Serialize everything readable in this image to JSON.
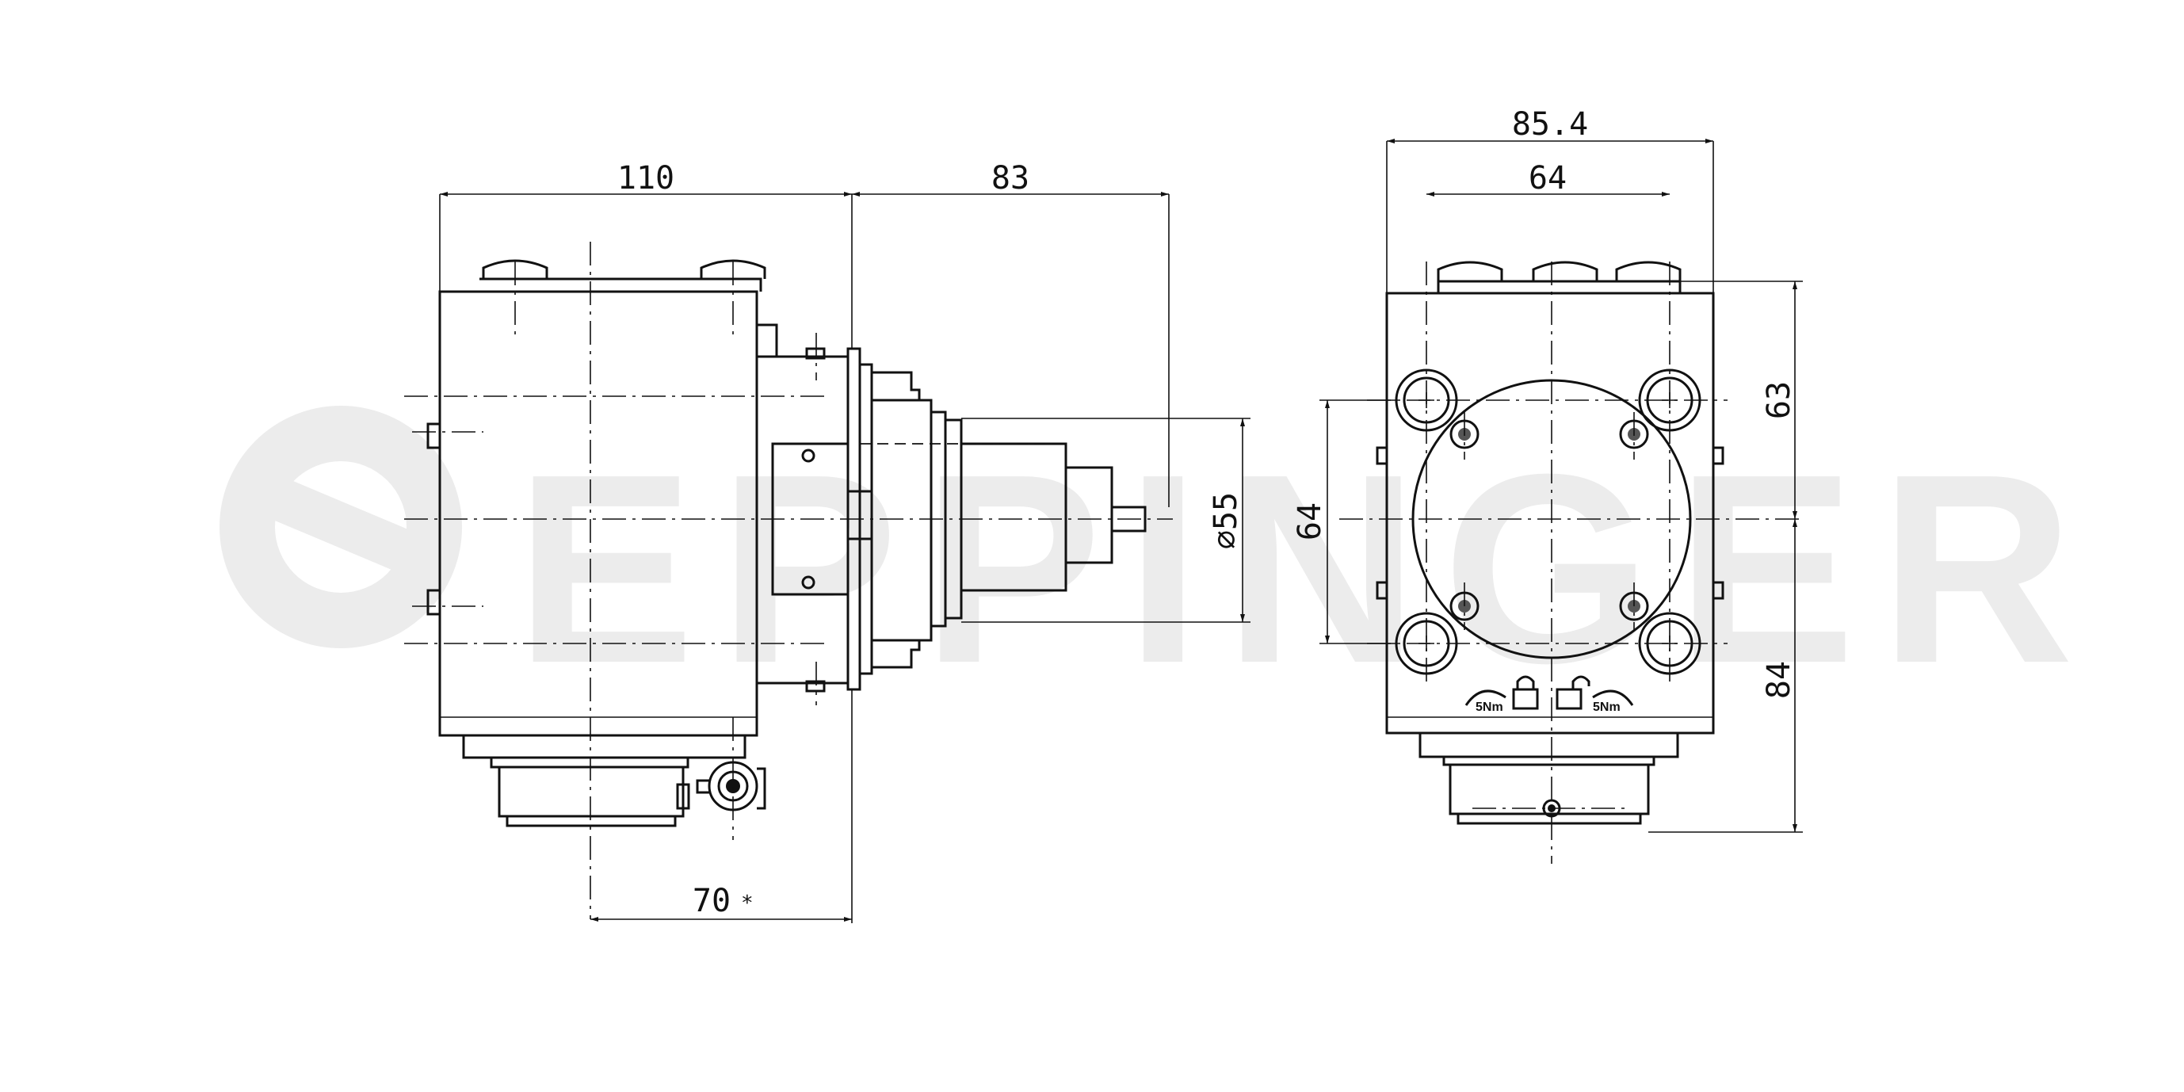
{
  "watermark": "EPPINGER",
  "dimensions": {
    "side_width": "110",
    "side_overhang": "83",
    "side_bottom": "70",
    "side_bottom_mark": "*",
    "shaft_diameter": "⌀55",
    "front_width": "85.4",
    "front_bolt_spacing": "64",
    "front_vertical_bolt_spacing": "64",
    "front_upper_height": "63",
    "front_lower_height": "84"
  },
  "torque_labels": {
    "left": "5Nm",
    "right": "5Nm"
  }
}
